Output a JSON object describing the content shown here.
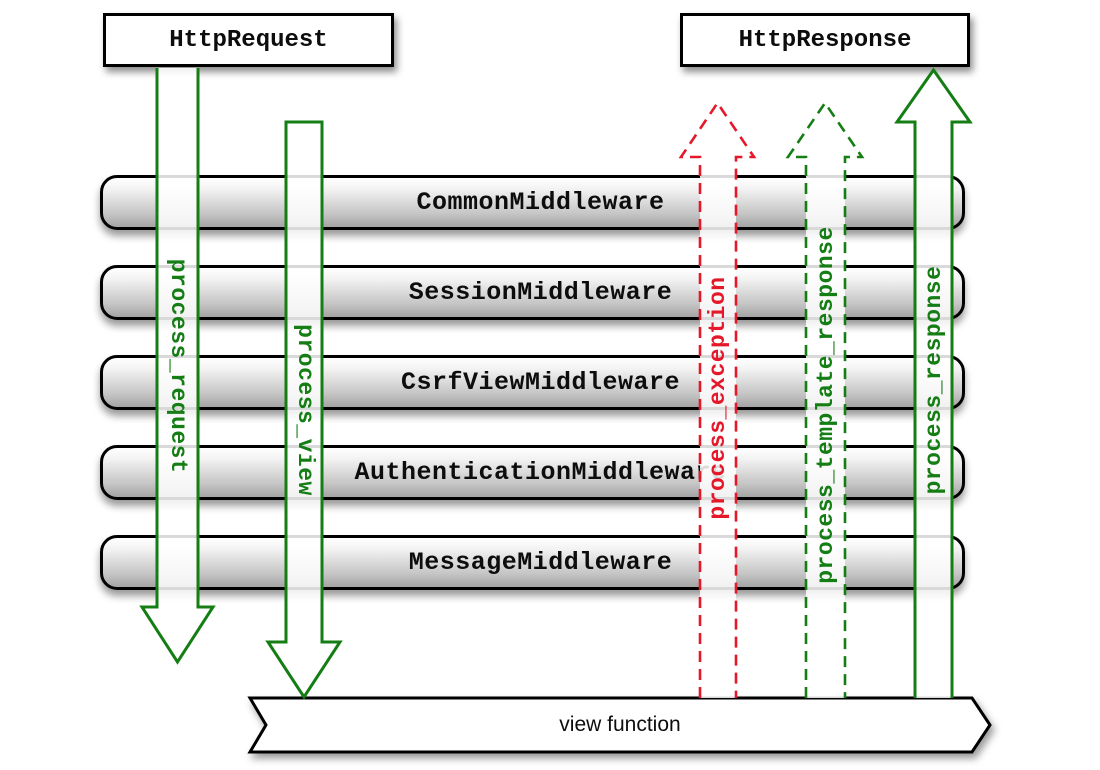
{
  "diagram": {
    "request_box": {
      "label": "HttpRequest"
    },
    "response_box": {
      "label": "HttpResponse"
    },
    "middlewares": [
      {
        "label": "CommonMiddleware"
      },
      {
        "label": "SessionMiddleware"
      },
      {
        "label": "CsrfViewMiddleware"
      },
      {
        "label": "AuthenticationMiddleware"
      },
      {
        "label": "MessageMiddleware"
      }
    ],
    "arrows": [
      {
        "label": "process_request",
        "direction": "down",
        "style": "solid",
        "color": "#147d14"
      },
      {
        "label": "process_view",
        "direction": "down",
        "style": "solid",
        "color": "#147d14"
      },
      {
        "label": "process_exception",
        "direction": "up",
        "style": "dashed",
        "color": "#e5182a"
      },
      {
        "label": "process_template_response",
        "direction": "up",
        "style": "dashed",
        "color": "#147d14"
      },
      {
        "label": "process_response",
        "direction": "up",
        "style": "solid",
        "color": "#147d14"
      }
    ],
    "view_banner": {
      "label": "view function"
    },
    "colors": {
      "green": "#147d14",
      "red": "#e5182a",
      "bar_text": "#0d0d0d"
    }
  }
}
